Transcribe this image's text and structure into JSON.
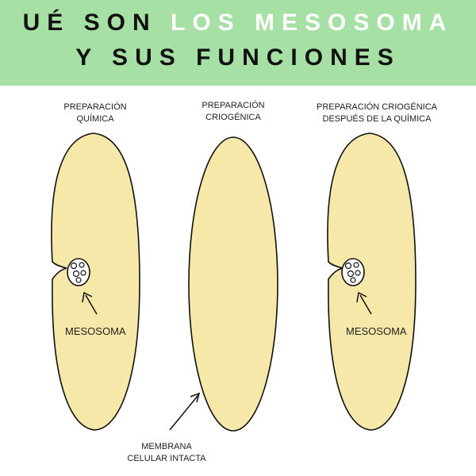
{
  "banner": {
    "line1_dark": "UÉ SON ",
    "line1_light": "LOS MESOSOMA",
    "line2": "Y SUS FUNCIONES",
    "bg_color": "#a6e0a4"
  },
  "panels": [
    {
      "label_line1": "PREPARACIÓN",
      "label_line2": "QUÍMICA",
      "mesosome_label": "MESOSOMA"
    },
    {
      "label_line1": "PREPARACIÓN",
      "label_line2": "CRIOGÉNICA"
    },
    {
      "label_line1": "PREPARACIÓN CRIOGÉNICA",
      "label_line2": "DESPUÉS DE LA QUÍMICA",
      "mesosome_label": "MESOSOMA"
    }
  ],
  "membrane_label": {
    "line1": "MEMBRANA",
    "line2": "CELULAR INTACTA"
  },
  "colors": {
    "cell_fill": "#f6e8a8",
    "outline": "#111111"
  }
}
